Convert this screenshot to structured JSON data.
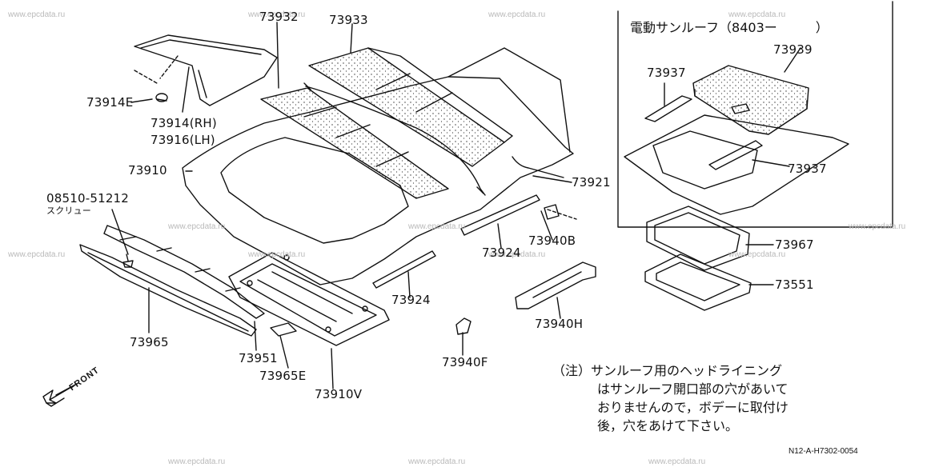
{
  "watermark": "www.epcdata.ru",
  "inset": {
    "title": "電動サンルーフ（8403ー　　　）",
    "parts": {
      "p73939": "73939",
      "p73937a": "73937",
      "p73937b": "73937",
      "p73967": "73967",
      "p73551": "73551"
    }
  },
  "parts": {
    "p73932": "73932",
    "p73933": "73933",
    "p73914e": "73914E",
    "p73914rh": "73914(RH)",
    "p73916lh": "73916(LH)",
    "p73910": "73910",
    "p73921": "73921",
    "screw_code": "08510-51212",
    "screw_name": "スクリュー",
    "p73940b": "73940B",
    "p73924a": "73924",
    "p73924b": "73924",
    "p73965": "73965",
    "p73951": "73951",
    "p73965e": "73965E",
    "p73910v": "73910V",
    "p73940f": "73940F",
    "p73940h": "73940H"
  },
  "front_label": "FRONT",
  "note": {
    "line1": "（注）サンルーフ用のヘッドライニング",
    "line2": "はサンルーフ開口部の穴があいて",
    "line3": "おりませんので，ボデーに取付け",
    "line4": "後，穴をあけて下さい。"
  },
  "doc_id": "N12-A-H7302-0054"
}
